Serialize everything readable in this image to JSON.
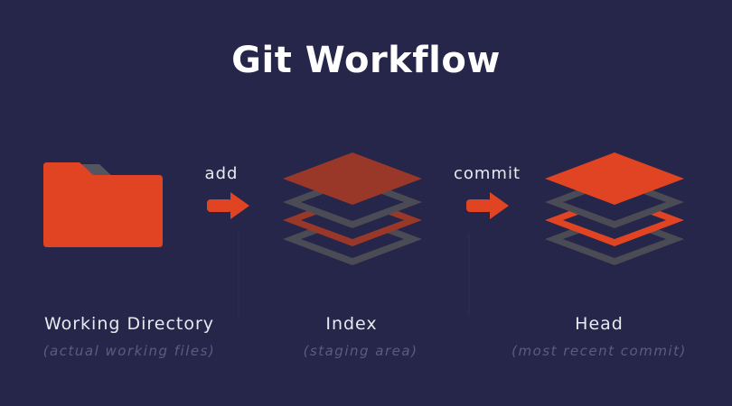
{
  "title": "Git Workflow",
  "colors": {
    "background": "#25264a",
    "accent": "#e04422",
    "accent_dim": "#993829",
    "layer_gray": "#4a4b55",
    "folder_tab": "#545561",
    "subtitle": "#5b5d7c"
  },
  "arrows": [
    {
      "label": "add",
      "icon": "arrow-right-icon"
    },
    {
      "label": "commit",
      "icon": "arrow-right-icon"
    }
  ],
  "stages": [
    {
      "label": "Working Directory",
      "subtitle": "(actual working files)",
      "icon": "folder-icon"
    },
    {
      "label": "Index",
      "subtitle": "(staging area)",
      "icon": "layers-icon"
    },
    {
      "label": "Head",
      "subtitle": "(most recent commit)",
      "icon": "layers-icon"
    }
  ]
}
